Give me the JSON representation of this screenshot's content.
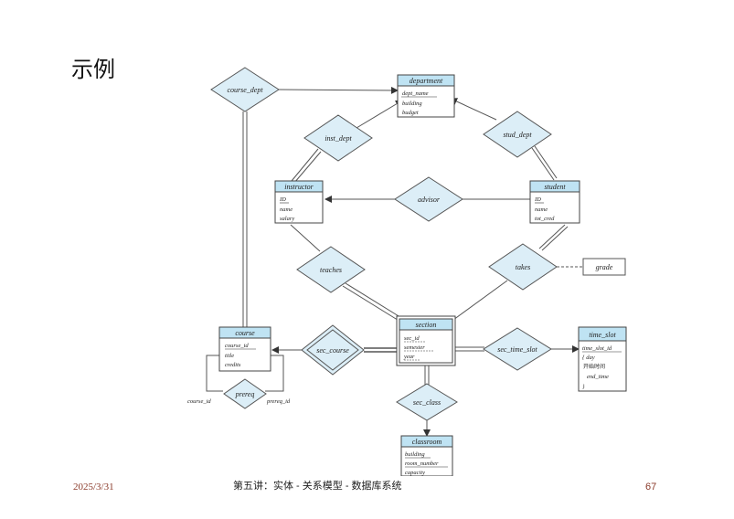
{
  "slide": {
    "title": "示例",
    "date": "2025/3/31",
    "lecture": "第五讲：实体 - 关系模型 - 数据库系统",
    "page": "67"
  },
  "colors": {
    "entity_header": "#bfe3f3",
    "diamond": "#dceef7",
    "line": "#444444"
  },
  "entities": {
    "department": {
      "name": "department",
      "attrs": [
        "dept_name",
        "building",
        "budget"
      ]
    },
    "instructor": {
      "name": "instructor",
      "attrs": [
        "ID",
        "name",
        "salary"
      ]
    },
    "student": {
      "name": "student",
      "attrs": [
        "ID",
        "name",
        "tot_cred"
      ]
    },
    "section": {
      "name": "section",
      "attrs": [
        "sec_id",
        "semester",
        "year"
      ]
    },
    "course": {
      "name": "course",
      "attrs": [
        "course_id",
        "title",
        "credits"
      ]
    },
    "time_slot": {
      "name": "time_slot",
      "attrs": [
        "time_slot_id",
        "{ day",
        "开始时间",
        "end_time",
        "}"
      ]
    },
    "classroom": {
      "name": "classroom",
      "attrs": [
        "building",
        "room_number",
        "capacity"
      ]
    }
  },
  "relationships": {
    "course_dept": "course_dept",
    "inst_dept": "inst_dept",
    "stud_dept": "stud_dept",
    "advisor": "advisor",
    "teaches": "teaches",
    "takes": "takes",
    "sec_course": "sec_course",
    "sec_time_slot": "sec_time_slot",
    "sec_class": "sec_class",
    "prereq": "prereq"
  },
  "attributes": {
    "grade": "grade"
  },
  "roles": {
    "course_id": "course_id",
    "prereq_id": "prereq_id"
  }
}
